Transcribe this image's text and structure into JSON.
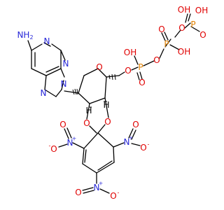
{
  "molecule": {
    "colors": {
      "oxygen": "#e00000",
      "nitrogen": "#2828d8",
      "phosphorus": "#e08000",
      "carbon": "#000000"
    },
    "atoms": {
      "amine": "NH",
      "amine_sub": "2",
      "n_pyr_top": "N",
      "n_pyr_right": "N",
      "n_imid_top": "N",
      "n_glyc": "N",
      "ring_o": "O",
      "o_linker": "O",
      "p1": "P",
      "p2": "P",
      "p3": "P",
      "p1_oh": "OH",
      "p1_dbl": "O",
      "o_bridge1": "O",
      "p2_dbl": "O",
      "p2_oh": "OH",
      "o_bridge2": "O",
      "p3_oh_top_left": "OH",
      "p3_oh_top_right": "OH",
      "p3_dbl": "O",
      "ketal_o_left": "O",
      "ketal_o_right": "O",
      "h_left": "H",
      "h_right": "H",
      "nitro_n_left": "N",
      "nitro_n_right": "N",
      "nitro_n_bottom": "N",
      "nitro_plus": "+",
      "nitro_o_minus": "O",
      "minus": "-",
      "nitro_o_dbl": "O"
    }
  }
}
